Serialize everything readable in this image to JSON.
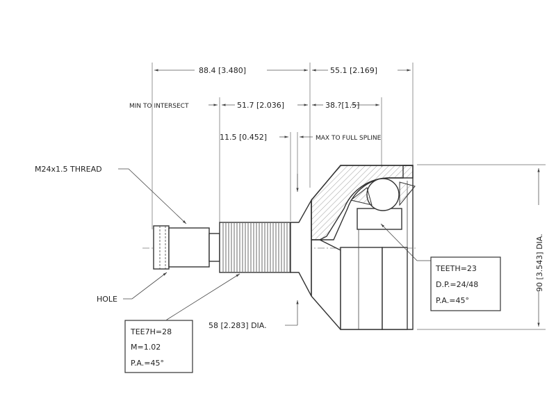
{
  "dimensions": {
    "overall_left": "88.4 [3.480]",
    "overall_right": "55.1 [2.169]",
    "min_to_intersect_label": "MIN TO INTERSECT",
    "min_to_intersect_value": "51.7 [2.036]",
    "intersect_right": "38.?[1.5]",
    "spline_offset": "11.5 [0.452]",
    "max_to_full_spline": "MAX TO FULL SPLINE",
    "thread": "M24x1.5 THREAD",
    "hole": "HOLE",
    "small_dia": "58 [2.283] DIA.",
    "large_dia": "90 [3.543] DIA."
  },
  "spline_box": {
    "teeth": "TEE7H=28",
    "module": "M=1.02",
    "pressure_angle": "P.A.=45°"
  },
  "inner_box": {
    "teeth": "TEETH=23",
    "diametral_pitch": "D.P.=24/48",
    "pressure_angle": "P.A.=45°"
  }
}
